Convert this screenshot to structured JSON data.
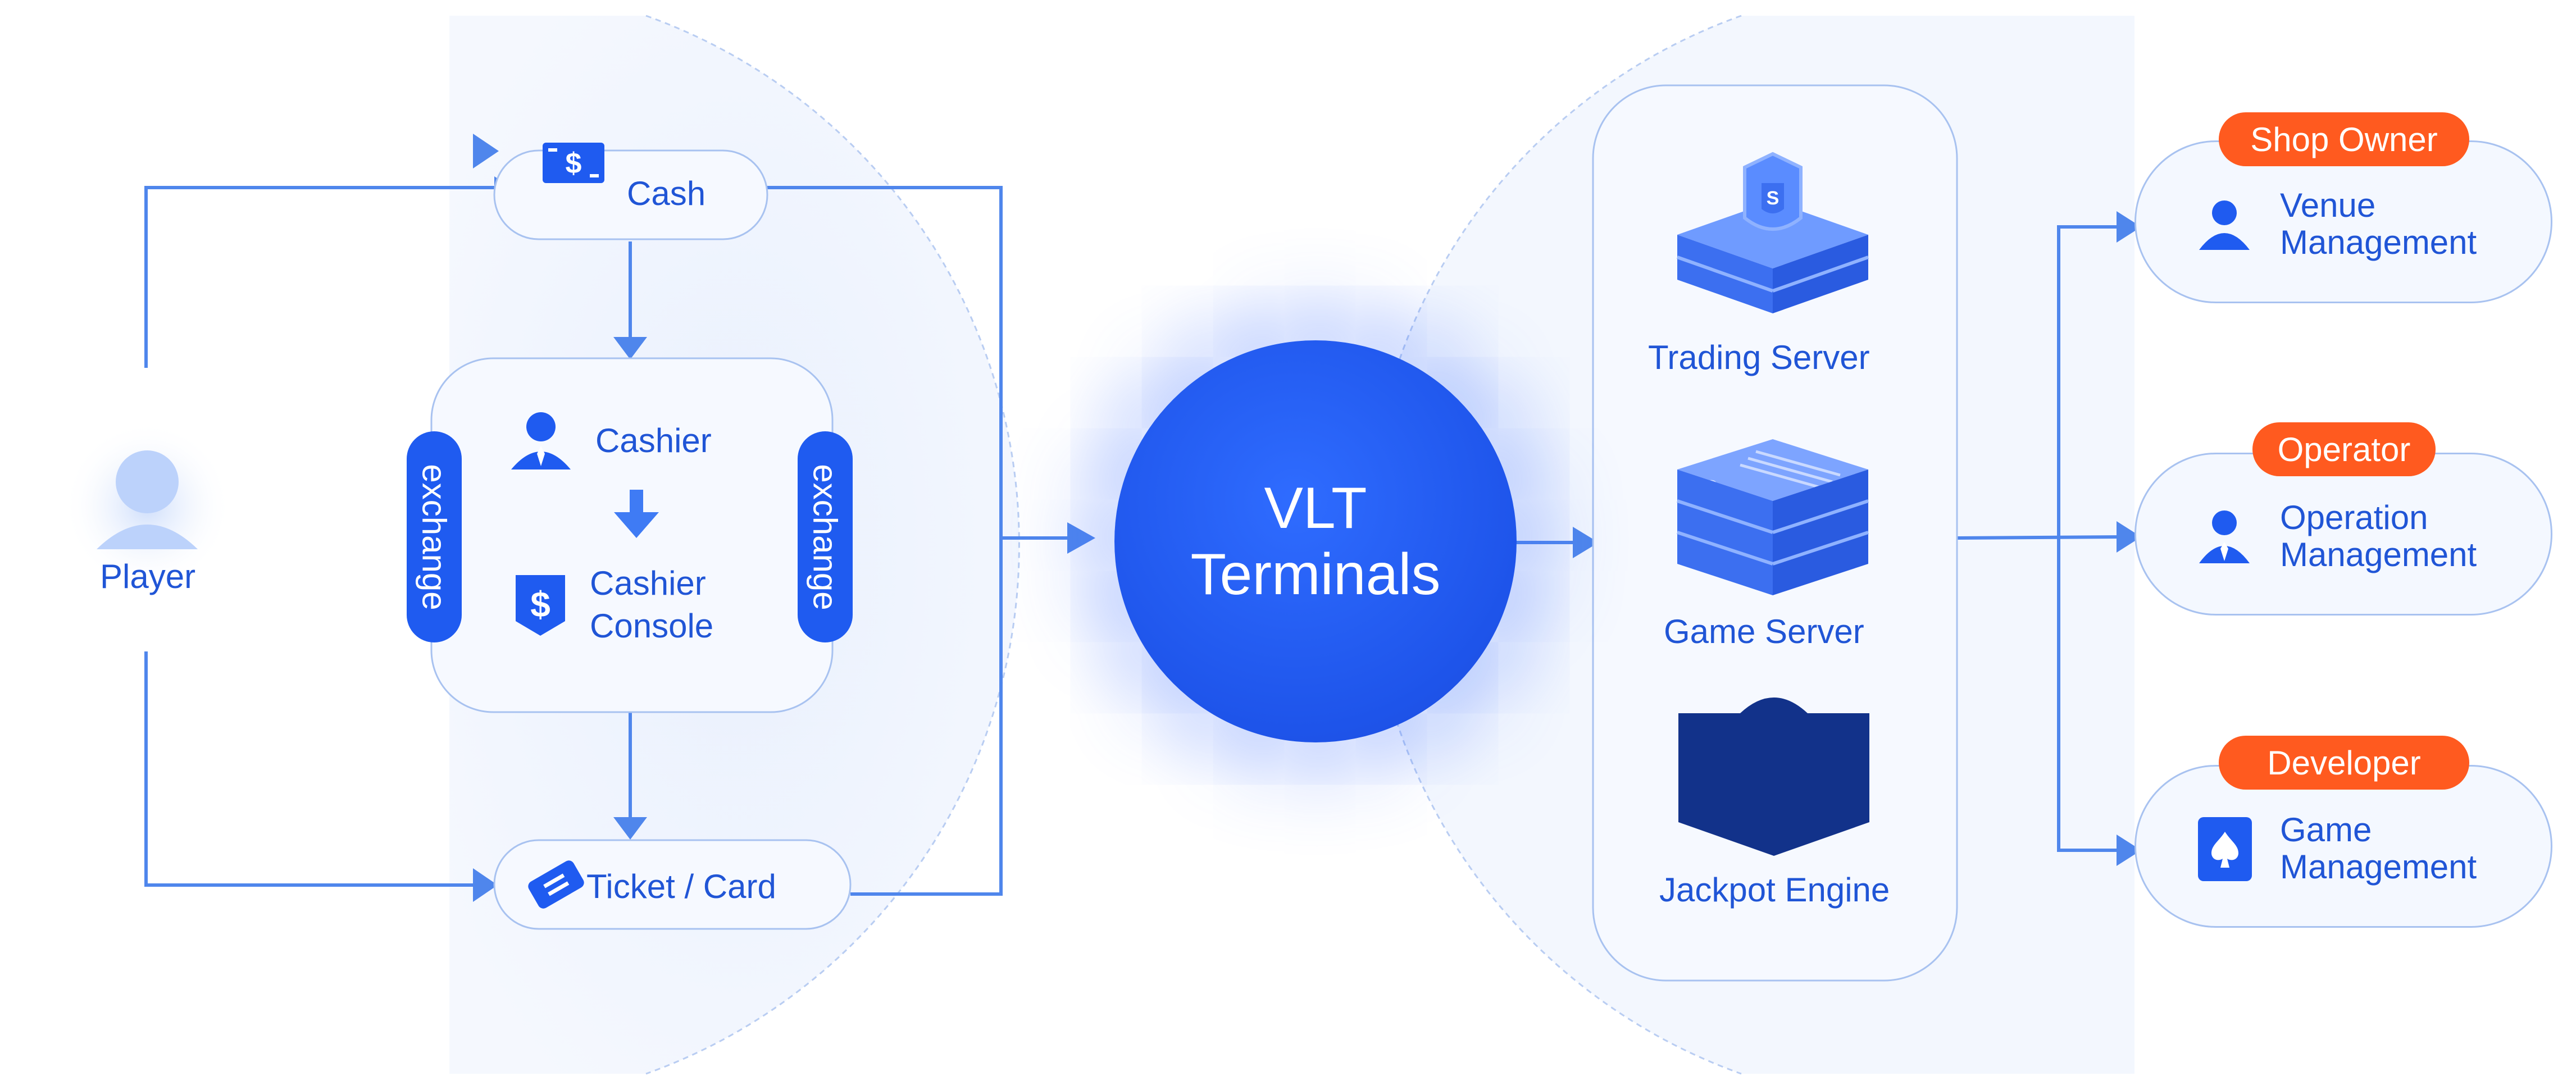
{
  "nodes": {
    "player": "Player",
    "cash": "Cash",
    "cashier": "Cashier",
    "cashier_console_line1": "Cashier",
    "cashier_console_line2": "Console",
    "exchange_left": "exchange",
    "exchange_right": "exchange",
    "ticket_card": "Ticket / Card",
    "vlt_line1": "VLT",
    "vlt_line2": "Terminals",
    "trading_server": "Trading Server",
    "game_server": "Game Server",
    "jackpot_engine": "Jackpot Engine"
  },
  "roles": [
    {
      "role": "Shop Owner",
      "title_line1": "Venue",
      "title_line2": "Management",
      "icon": "user-icon"
    },
    {
      "role": "Operator",
      "title_line1": "Operation",
      "title_line2": "Management",
      "icon": "manager-icon"
    },
    {
      "role": "Developer",
      "title_line1": "Game",
      "title_line2": "Management",
      "icon": "spade-card-icon"
    }
  ],
  "colors": {
    "primary_blue": "#1f5bf0",
    "line_blue": "#4f86ec",
    "badge_orange": "#ff5a1f",
    "text_blue": "#2055d6"
  }
}
